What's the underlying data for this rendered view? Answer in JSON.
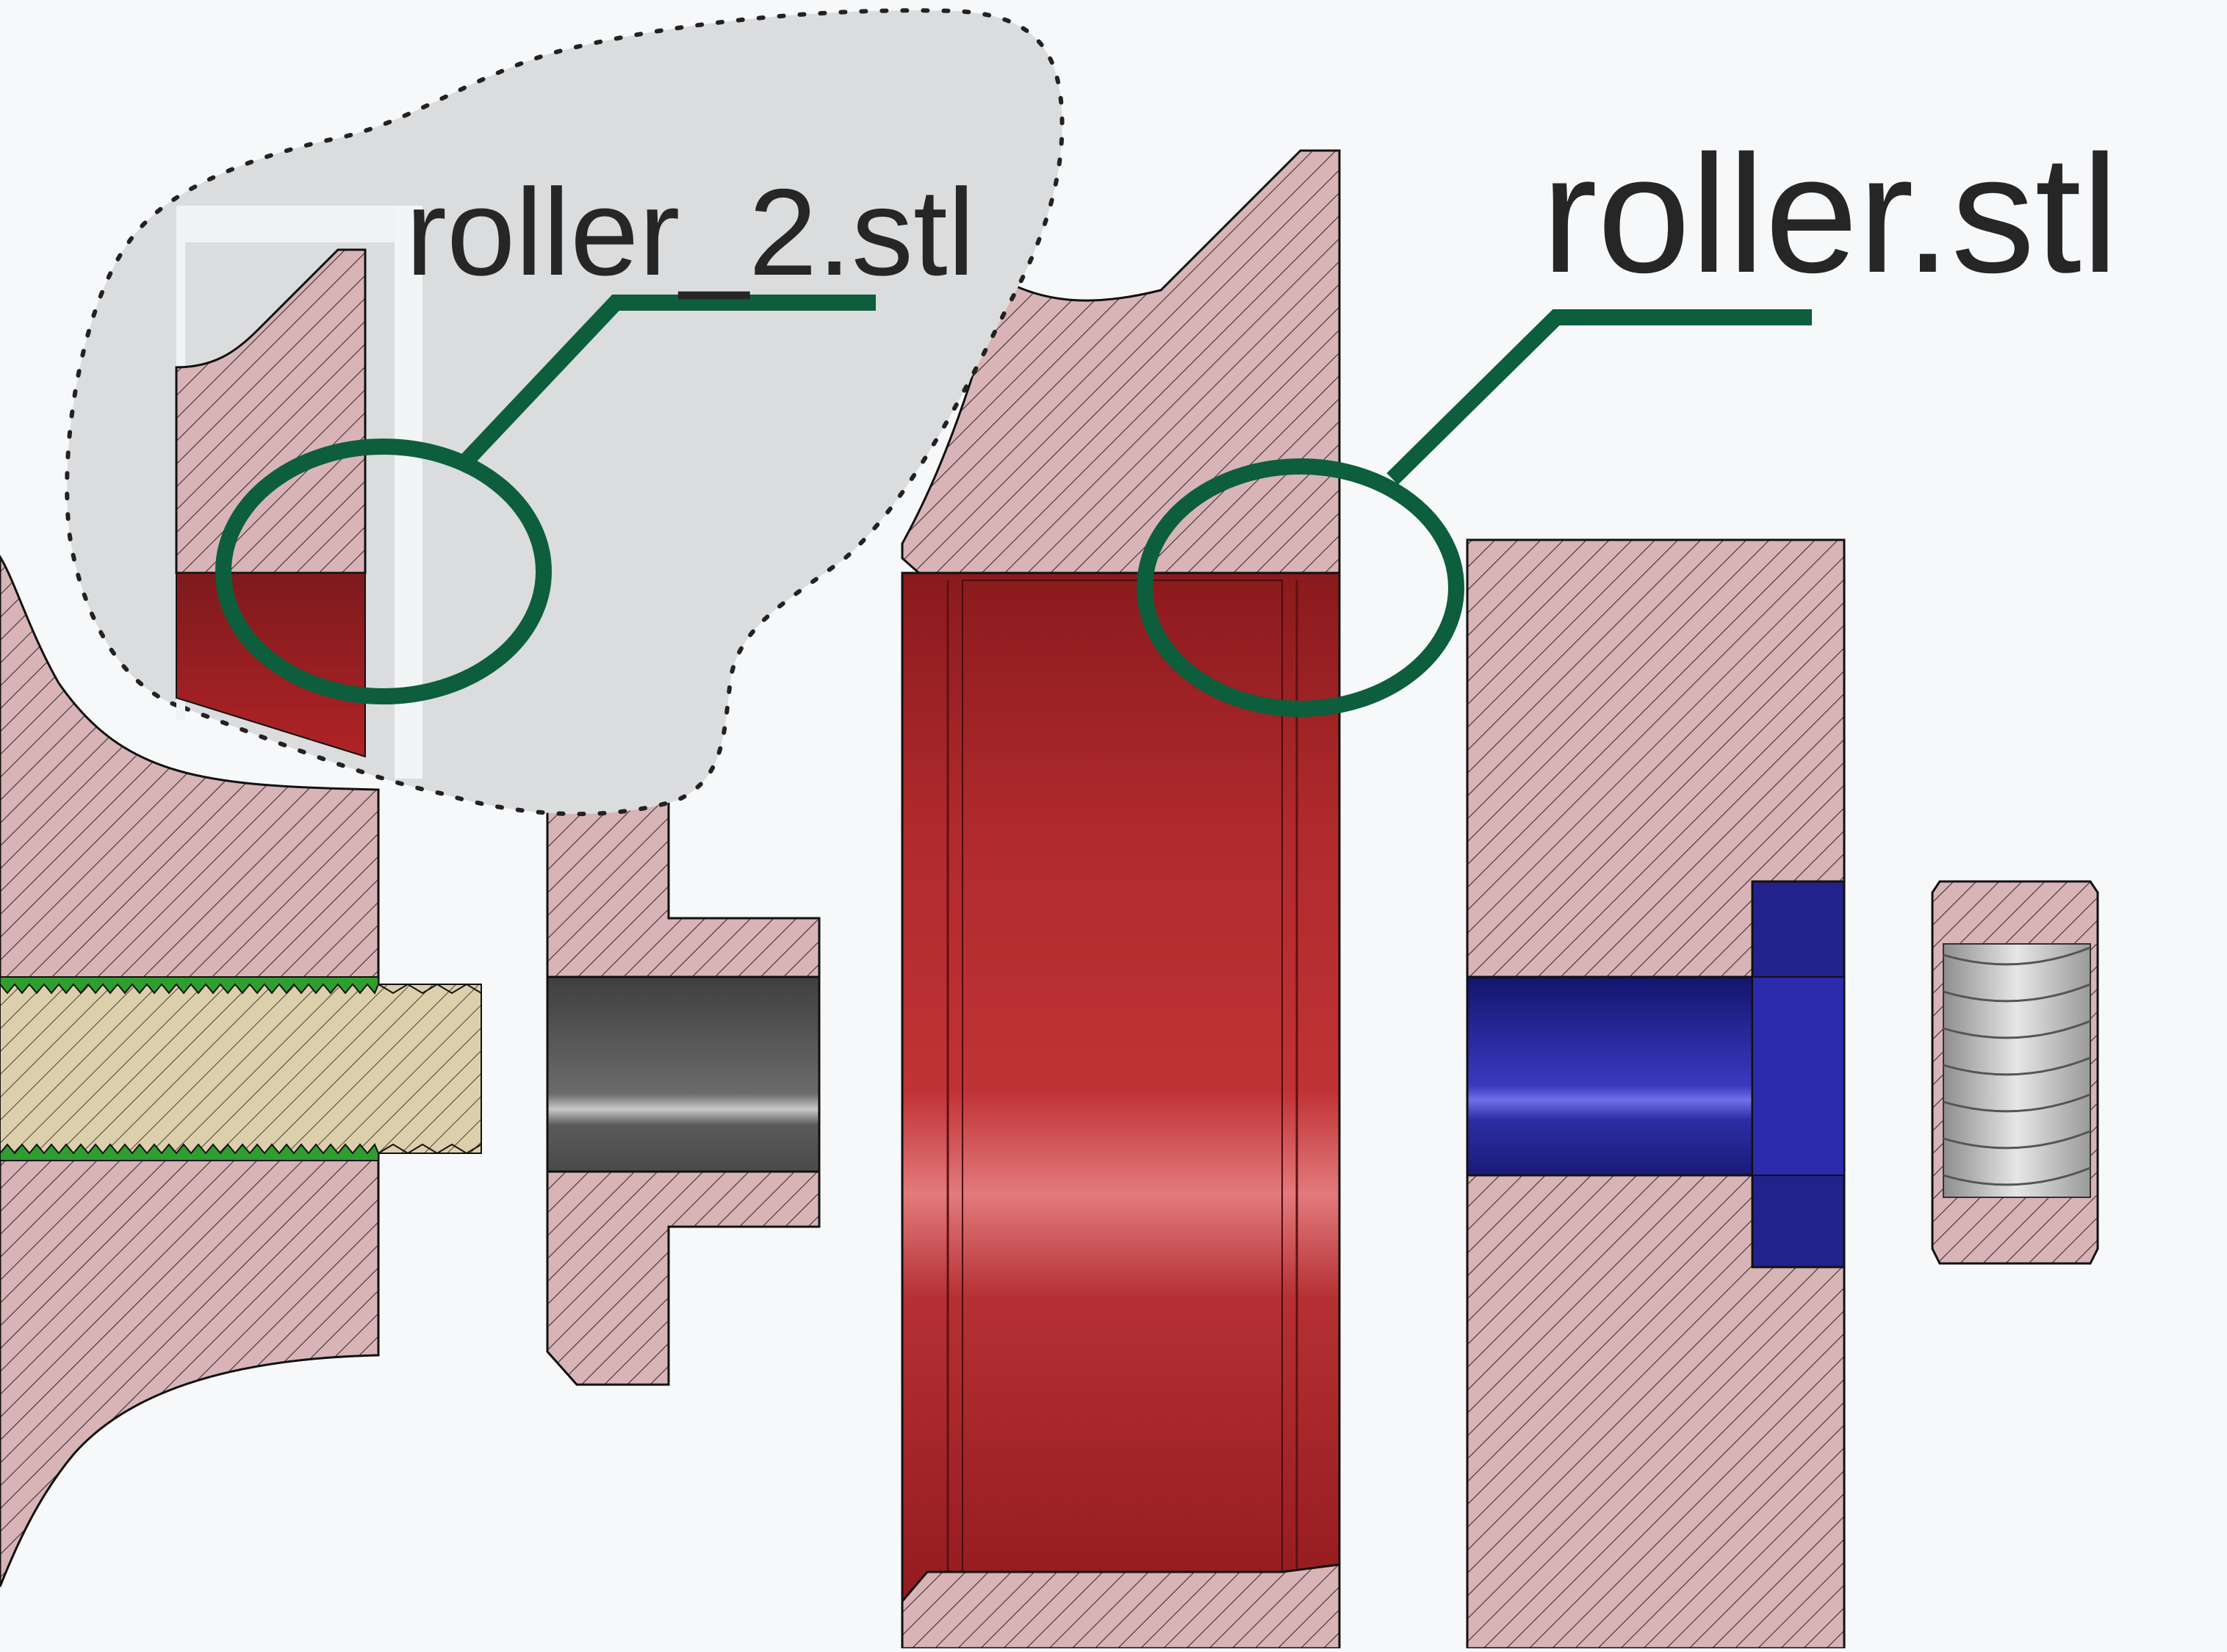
{
  "labels": {
    "roller_2": "roller_2.stl",
    "roller": "roller.stl"
  },
  "colors": {
    "background": "#f7f8fa",
    "hatch_fill": "#d8b4b7",
    "hatch_line": "#3a3030",
    "callout": "#0c5e3c",
    "roller_red": "#b3282b",
    "bolt_blue": "#24248f",
    "sleeve_gray": "#616161",
    "thread_tan": "#dccfab",
    "thread_green": "#2e9e2e",
    "inset_gray": "#dbdcdd"
  },
  "parts": [
    "left-bracket",
    "threaded-shaft",
    "spacer-bushing",
    "roller",
    "right-plate",
    "bolt",
    "nut"
  ]
}
